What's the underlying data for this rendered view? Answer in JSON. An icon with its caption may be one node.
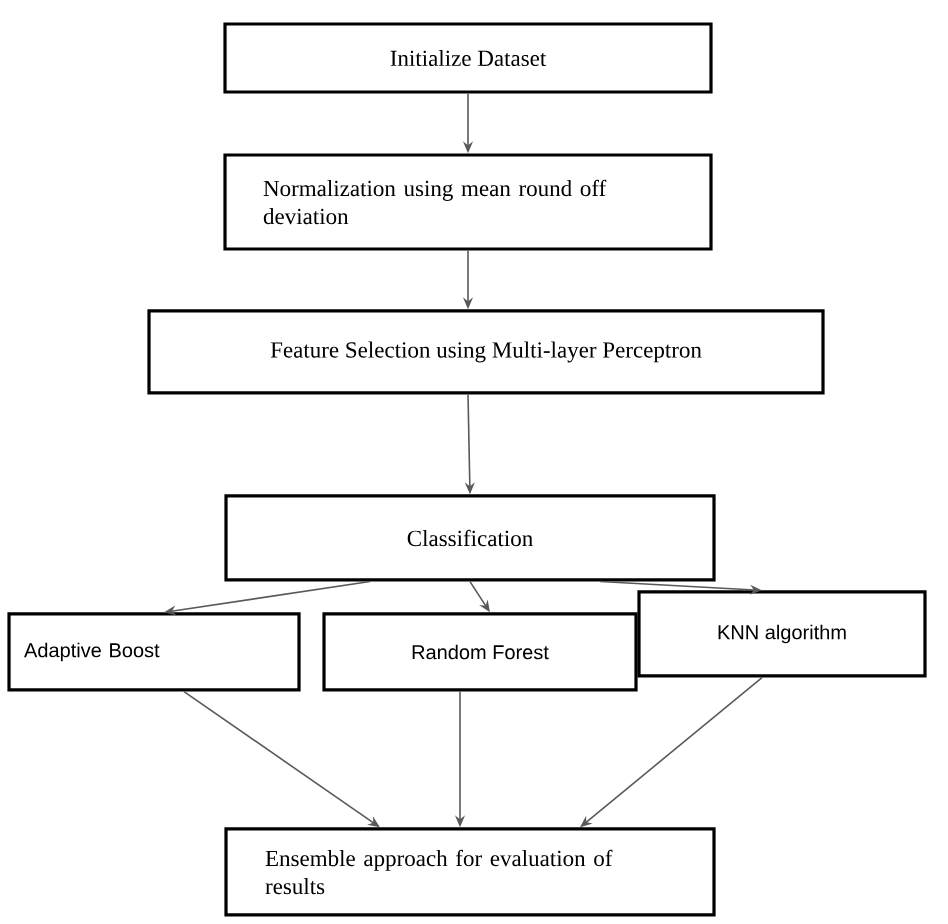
{
  "diagram": {
    "nodes": [
      {
        "text": [
          "Initialize Dataset"
        ]
      },
      {
        "text": [
          "Normalization using mean round off deviation"
        ]
      },
      {
        "text": [
          "Feature Selection using Multi-layer Perceptron"
        ]
      },
      {
        "text": [
          "Classification"
        ]
      },
      {
        "text": [
          "Adaptive Boost"
        ]
      },
      {
        "text": [
          "Random Forest"
        ]
      },
      {
        "text": [
          "KNN algorithm"
        ]
      },
      {
        "text": [
          "Ensemble approach for evaluation of results"
        ]
      }
    ],
    "edges": [
      {
        "from": 0,
        "to": 1,
        "arrow": "to"
      },
      {
        "from": 1,
        "to": 2,
        "arrow": "to"
      },
      {
        "from": 2,
        "to": 3,
        "arrow": "to"
      },
      {
        "from": 3,
        "to": 4,
        "arrow": "to"
      },
      {
        "from": 3,
        "to": 5,
        "arrow": "to"
      },
      {
        "from": 3,
        "to": 6,
        "arrow": "to"
      },
      {
        "from": 4,
        "to": 7,
        "arrow": "to"
      },
      {
        "from": 5,
        "to": 7,
        "arrow": "to"
      },
      {
        "from": 6,
        "to": 7,
        "arrow": "to"
      }
    ]
  }
}
